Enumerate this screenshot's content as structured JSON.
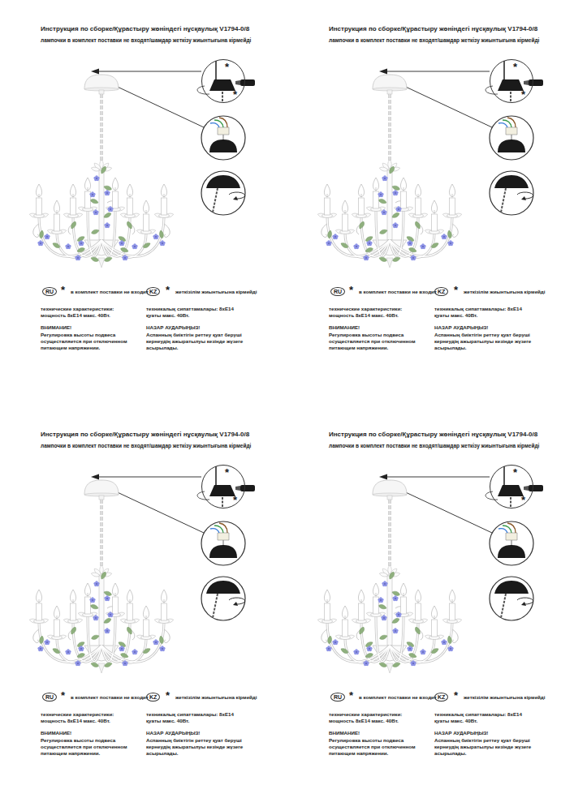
{
  "diagram": {
    "nodes": [
      {
        "text": [
          "*",
          "*"
        ]
      },
      {
        "text": [
          "RU"
        ]
      },
      {
        "text": [
          "KZ"
        ]
      },
      {
        "text": [
          "*",
          "*"
        ]
      },
      {
        "text": [
          "RU"
        ]
      },
      {
        "text": [
          "KZ"
        ]
      },
      {
        "text": [
          "*",
          "*"
        ]
      },
      {
        "text": [
          "RU"
        ]
      },
      {
        "text": [
          "KZ"
        ]
      },
      {
        "text": [
          "*",
          "*"
        ]
      },
      {
        "text": [
          "RU"
        ]
      },
      {
        "text": [
          "KZ"
        ]
      }
    ],
    "labels": [
      "Инструкция по сборке/Құрастыру жөніндегі нұсқаулық V1794-0/8",
      "лампочки в комплект поставки не входят/шамдар жеткізу жиынтығына кірмейді",
      "*",
      "в комплект поставки не входит",
      "*",
      "жеткізілім жиынтығына кірмейді",
      "технические характеристики: мощность 8хE14 макс. 40Вт.",
      "техникалық сипаттамалары: 8хE14 қуаты макс. 40Вт.",
      "ВНИМАНИЕ!",
      "НАЗАР АУДАРЫҢЫЗ!",
      "Регулировка высоты подвеса осуществляется при отключенном питающем напряжении.",
      "Аспанның биіктігін реттеу қуат беруші кернеудің ажыратылуы кезінде жүзеге асырылады.",
      "Инструкция по сборке/Құрастыру жөніндегі нұсқаулық V1794-0/8",
      "лампочки в комплект поставки не входят/шамдар жеткізу жиынтығына кірмейді",
      "*",
      "в комплект поставки не входит",
      "*",
      "жеткізілім жиынтығына кірмейді",
      "технические характеристики: мощность 8хE14 макс. 40Вт.",
      "техникалық сипаттамалары: 8хE14 қуаты макс. 40Вт.",
      "ВНИМАНИЕ!",
      "НАЗАР АУДАРЫҢЫЗ!",
      "Регулировка высоты подвеса осуществляется при отключенном питающем напряжении.",
      "Аспанның биіктігін реттеу қуат беруші кернеудің ажыратылуы кезінде жүзеге асырылады.",
      "Инструкция по сборке/Құрастыру жөніндегі нұсқаулық V1794-0/8",
      "лампочки в комплект поставки не входят/шамдар жеткізу жиынтығына кірмейді",
      "*",
      "в комплект поставки не входит",
      "*",
      "жеткізілім жиынтығына кірмейді",
      "технические характеристики: мощность 8хE14 макс. 40Вт.",
      "техникалық сипаттамалары: 8хE14 қуаты макс. 40Вт.",
      "ВНИМАНИЕ!",
      "НАЗАР АУДАРЫҢЫЗ!",
      "Регулировка высоты подвеса осуществляется при отключенном питающем напряжении.",
      "Аспанның биіктігін реттеу қуат беруші кернеудің ажыратылуы кезінде жүзеге асырылады.",
      "Инструкция по сборке/Құрастыру жөніндегі нұсқаулық V1794-0/8",
      "лампочки в комплект поставки не входят/шамдар жеткізу жиынтығына кірмейді",
      "*",
      "в комплект поставки не входит",
      "*",
      "жеткізілім жиынтығына кірмейді",
      "технические характеристики: мощность 8хE14 макс. 40Вт.",
      "техникалық сипаттамалары: 8хE14 қуаты макс. 40Вт.",
      "ВНИМАНИЕ!",
      "НАЗАР АУДАРЫҢЫЗ!",
      "Регулировка высоты подвеса осуществляется при отключенном питающем напряжении.",
      "Аспанның биіктігін реттеу қуат беруші кернеудің ажыратылуы кезінде жүзеге асырылады."
    ]
  }
}
